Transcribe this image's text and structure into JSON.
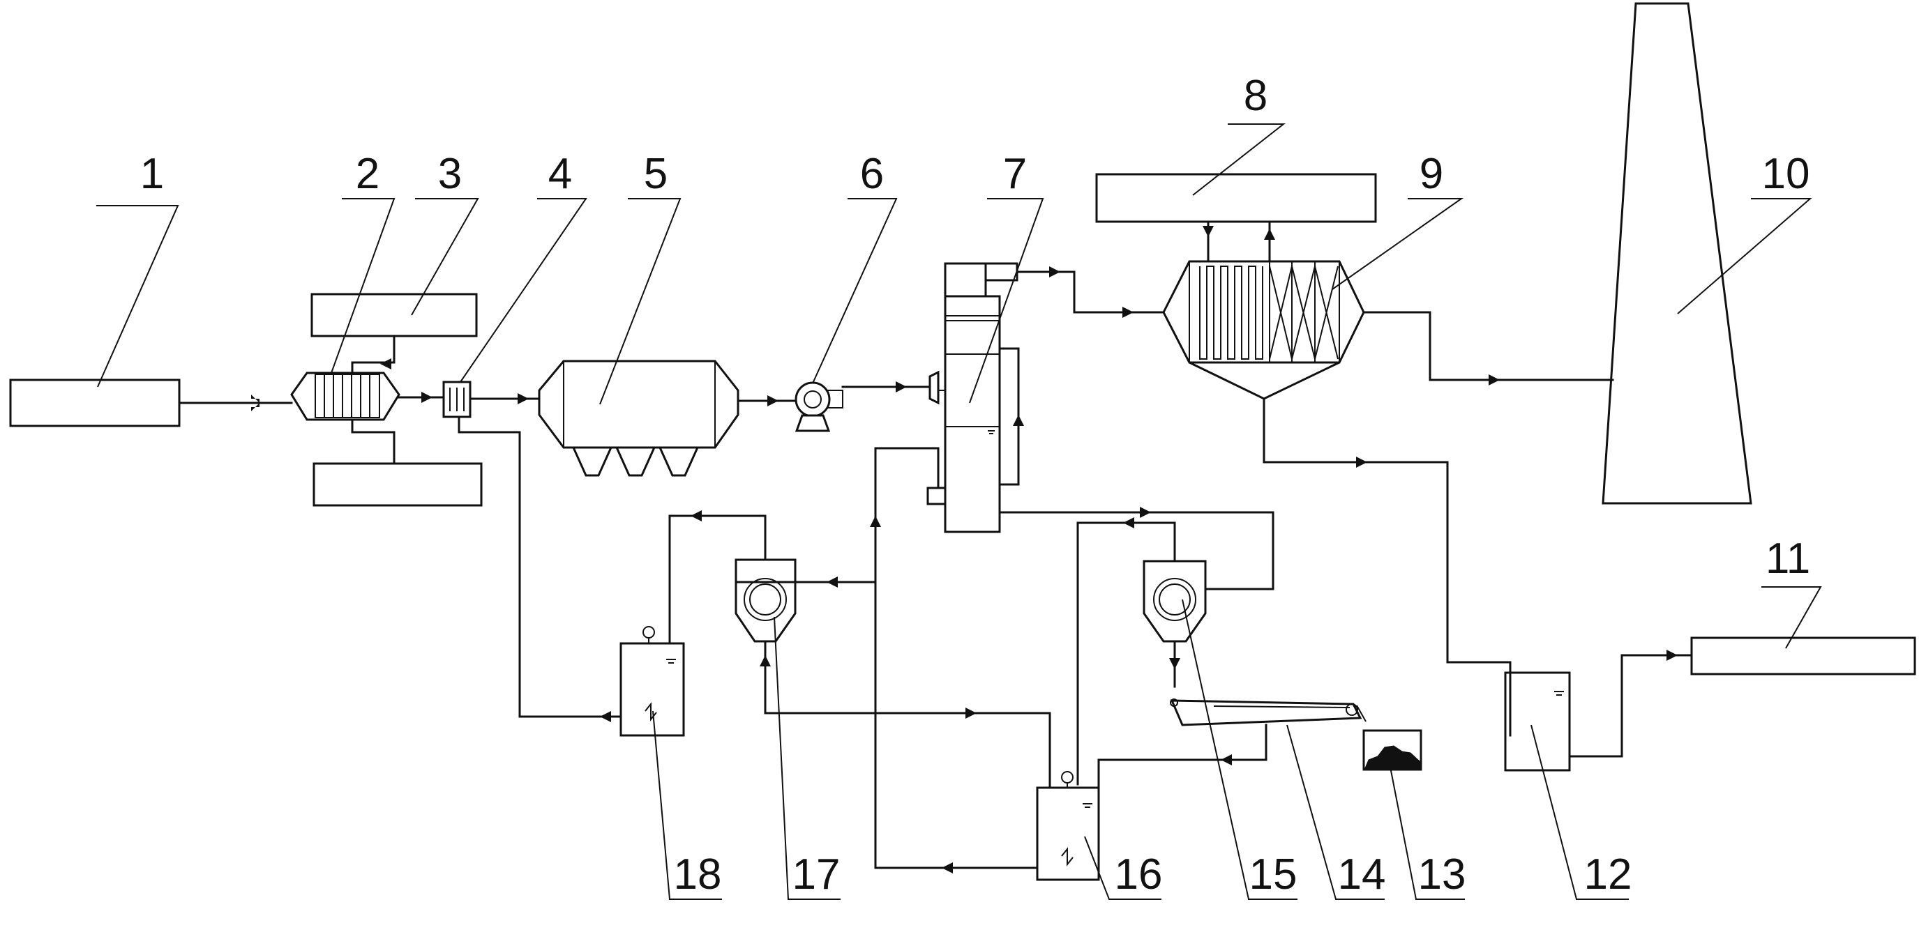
{
  "labels": {
    "n1": "1",
    "n2": "2",
    "n3": "3",
    "n4": "4",
    "n5": "5",
    "n6": "6",
    "n7": "7",
    "n8": "8",
    "n9": "9",
    "n10": "10",
    "n11": "11",
    "n12": "12",
    "n13": "13",
    "n14": "14",
    "n15": "15",
    "n16": "16",
    "n17": "17",
    "n18": "18"
  },
  "colors": {
    "line": "#111111",
    "background": "#ffffff"
  }
}
